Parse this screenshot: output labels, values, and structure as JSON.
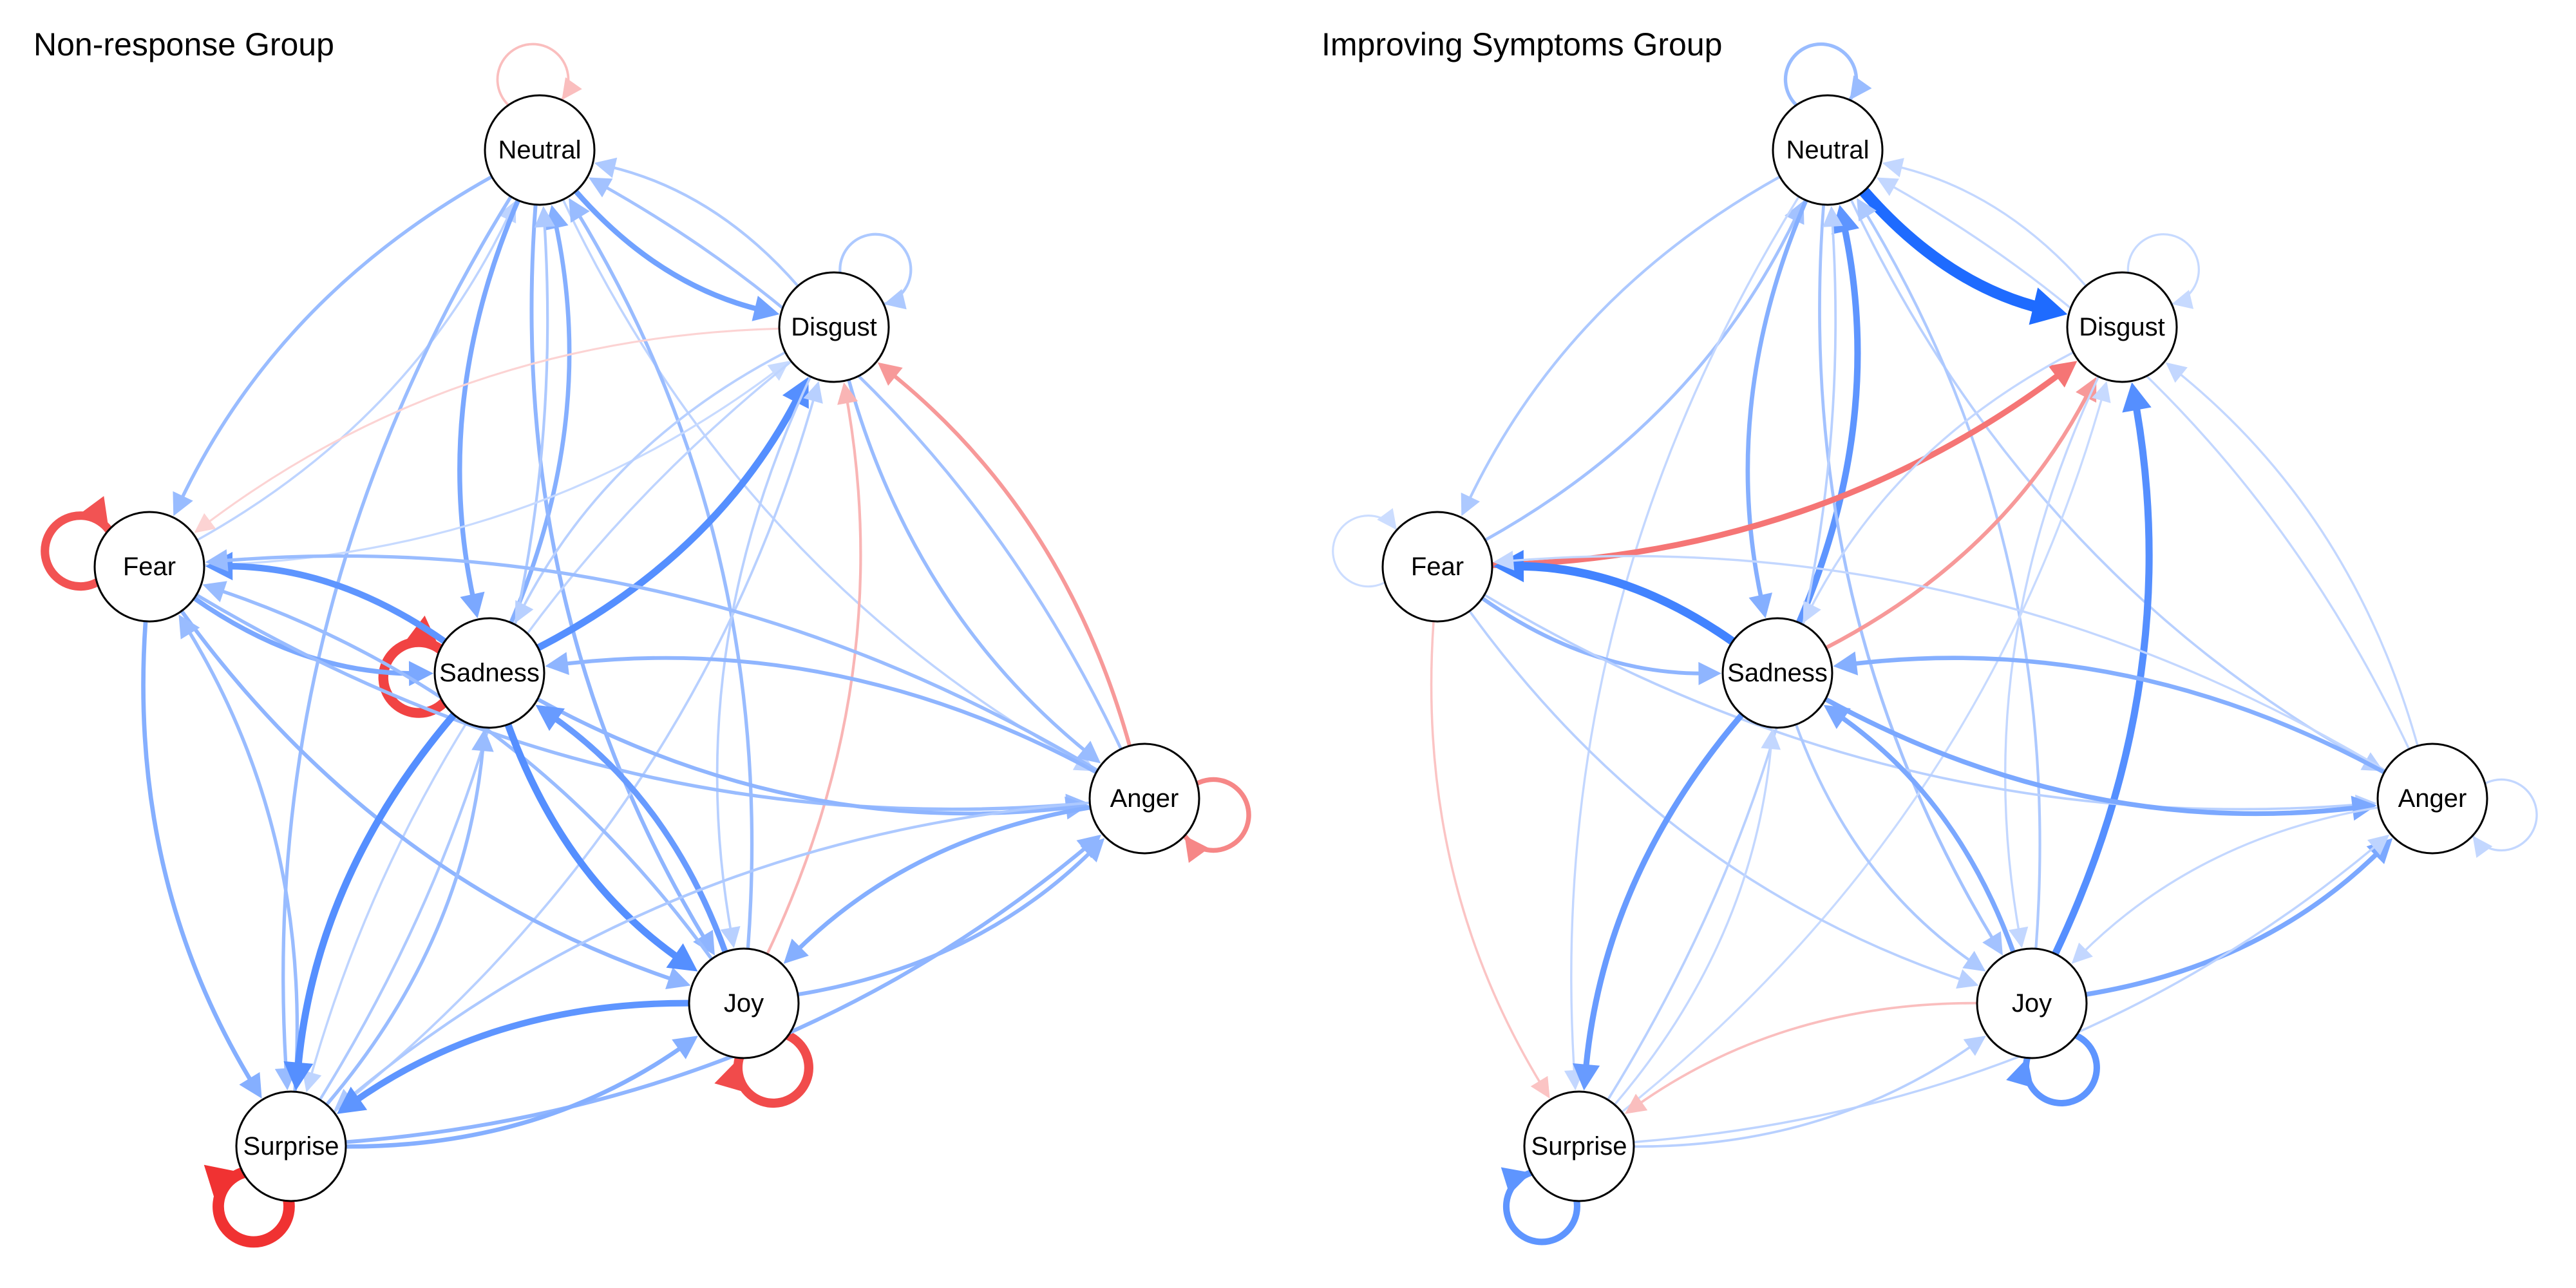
{
  "colors": {
    "positive": "#ef2a2a",
    "negative": "#1565ff",
    "background": "#ffffff"
  },
  "nodes": [
    "Neutral",
    "Disgust",
    "Fear",
    "Sadness",
    "Anger",
    "Joy",
    "Surprise"
  ],
  "panels": [
    {
      "title": "Non-response Group",
      "edges": [
        {
          "from": "Neutral",
          "to": "Neutral",
          "w": 0.15
        },
        {
          "from": "Disgust",
          "to": "Disgust",
          "w": -0.2
        },
        {
          "from": "Fear",
          "to": "Fear",
          "w": 0.75
        },
        {
          "from": "Sadness",
          "to": "Sadness",
          "w": 0.85
        },
        {
          "from": "Anger",
          "to": "Anger",
          "w": 0.45
        },
        {
          "from": "Joy",
          "to": "Joy",
          "w": 0.8
        },
        {
          "from": "Surprise",
          "to": "Surprise",
          "w": 0.95
        },
        {
          "from": "Neutral",
          "to": "Disgust",
          "w": -0.5
        },
        {
          "from": "Disgust",
          "to": "Neutral",
          "w": -0.2
        },
        {
          "from": "Neutral",
          "to": "Fear",
          "w": -0.3
        },
        {
          "from": "Fear",
          "to": "Neutral",
          "w": -0.12
        },
        {
          "from": "Neutral",
          "to": "Sadness",
          "w": -0.45
        },
        {
          "from": "Sadness",
          "to": "Neutral",
          "w": -0.4
        },
        {
          "from": "Neutral",
          "to": "Anger",
          "w": -0.12
        },
        {
          "from": "Anger",
          "to": "Neutral",
          "w": -0.25
        },
        {
          "from": "Neutral",
          "to": "Joy",
          "w": -0.35
        },
        {
          "from": "Joy",
          "to": "Neutral",
          "w": -0.3
        },
        {
          "from": "Neutral",
          "to": "Surprise",
          "w": -0.3
        },
        {
          "from": "Surprise",
          "to": "Neutral",
          "w": -0.2
        },
        {
          "from": "Disgust",
          "to": "Fear",
          "w": 0.05
        },
        {
          "from": "Fear",
          "to": "Disgust",
          "w": -0.08
        },
        {
          "from": "Sadness",
          "to": "Disgust",
          "w": -0.65
        },
        {
          "from": "Disgust",
          "to": "Sadness",
          "w": -0.15
        },
        {
          "from": "Anger",
          "to": "Disgust",
          "w": 0.35
        },
        {
          "from": "Disgust",
          "to": "Anger",
          "w": -0.3
        },
        {
          "from": "Joy",
          "to": "Disgust",
          "w": 0.2
        },
        {
          "from": "Disgust",
          "to": "Joy",
          "w": -0.15
        },
        {
          "from": "Surprise",
          "to": "Disgust",
          "w": -0.15
        },
        {
          "from": "Disgust",
          "to": "Surprise",
          "w": -0.12
        },
        {
          "from": "Sadness",
          "to": "Fear",
          "w": -0.6
        },
        {
          "from": "Fear",
          "to": "Sadness",
          "w": -0.45
        },
        {
          "from": "Fear",
          "to": "Anger",
          "w": -0.3
        },
        {
          "from": "Anger",
          "to": "Fear",
          "w": -0.3
        },
        {
          "from": "Fear",
          "to": "Joy",
          "w": -0.35
        },
        {
          "from": "Joy",
          "to": "Fear",
          "w": -0.3
        },
        {
          "from": "Fear",
          "to": "Surprise",
          "w": -0.4
        },
        {
          "from": "Surprise",
          "to": "Fear",
          "w": -0.3
        },
        {
          "from": "Sadness",
          "to": "Anger",
          "w": -0.35
        },
        {
          "from": "Anger",
          "to": "Sadness",
          "w": -0.35
        },
        {
          "from": "Sadness",
          "to": "Joy",
          "w": -0.65
        },
        {
          "from": "Joy",
          "to": "Sadness",
          "w": -0.55
        },
        {
          "from": "Sadness",
          "to": "Surprise",
          "w": -0.65
        },
        {
          "from": "Surprise",
          "to": "Sadness",
          "w": -0.3
        },
        {
          "from": "Anger",
          "to": "Joy",
          "w": -0.4
        },
        {
          "from": "Joy",
          "to": "Anger",
          "w": -0.35
        },
        {
          "from": "Anger",
          "to": "Surprise",
          "w": -0.2
        },
        {
          "from": "Surprise",
          "to": "Anger",
          "w": -0.35
        },
        {
          "from": "Joy",
          "to": "Surprise",
          "w": -0.6
        },
        {
          "from": "Surprise",
          "to": "Joy",
          "w": -0.4
        }
      ]
    },
    {
      "title": "Improving Symptoms Group",
      "edges": [
        {
          "from": "Neutral",
          "to": "Neutral",
          "w": -0.3
        },
        {
          "from": "Disgust",
          "to": "Disgust",
          "w": -0.08
        },
        {
          "from": "Fear",
          "to": "Fear",
          "w": -0.06
        },
        {
          "from": "Anger",
          "to": "Anger",
          "w": -0.1
        },
        {
          "from": "Joy",
          "to": "Joy",
          "w": -0.6
        },
        {
          "from": "Surprise",
          "to": "Surprise",
          "w": -0.6
        },
        {
          "from": "Neutral",
          "to": "Disgust",
          "w": -0.95
        },
        {
          "from": "Disgust",
          "to": "Neutral",
          "w": -0.1
        },
        {
          "from": "Neutral",
          "to": "Fear",
          "w": -0.2
        },
        {
          "from": "Fear",
          "to": "Neutral",
          "w": -0.25
        },
        {
          "from": "Neutral",
          "to": "Sadness",
          "w": -0.4
        },
        {
          "from": "Sadness",
          "to": "Neutral",
          "w": -0.6
        },
        {
          "from": "Neutral",
          "to": "Anger",
          "w": -0.15
        },
        {
          "from": "Anger",
          "to": "Neutral",
          "w": -0.1
        },
        {
          "from": "Neutral",
          "to": "Joy",
          "w": -0.25
        },
        {
          "from": "Joy",
          "to": "Neutral",
          "w": -0.2
        },
        {
          "from": "Neutral",
          "to": "Surprise",
          "w": -0.1
        },
        {
          "from": "Surprise",
          "to": "Neutral",
          "w": -0.15
        },
        {
          "from": "Fear",
          "to": "Disgust",
          "w": 0.55
        },
        {
          "from": "Sadness",
          "to": "Disgust",
          "w": 0.35
        },
        {
          "from": "Disgust",
          "to": "Sadness",
          "w": -0.1
        },
        {
          "from": "Joy",
          "to": "Disgust",
          "w": -0.65
        },
        {
          "from": "Disgust",
          "to": "Joy",
          "w": -0.1
        },
        {
          "from": "Anger",
          "to": "Disgust",
          "w": -0.1
        },
        {
          "from": "Surprise",
          "to": "Disgust",
          "w": -0.08
        },
        {
          "from": "Sadness",
          "to": "Fear",
          "w": -0.75
        },
        {
          "from": "Fear",
          "to": "Sadness",
          "w": -0.35
        },
        {
          "from": "Fear",
          "to": "Anger",
          "w": -0.15
        },
        {
          "from": "Anger",
          "to": "Fear",
          "w": -0.1
        },
        {
          "from": "Fear",
          "to": "Joy",
          "w": -0.15
        },
        {
          "from": "Fear",
          "to": "Surprise",
          "w": 0.12
        },
        {
          "from": "Sadness",
          "to": "Anger",
          "w": -0.45
        },
        {
          "from": "Anger",
          "to": "Sadness",
          "w": -0.4
        },
        {
          "from": "Sadness",
          "to": "Joy",
          "w": -0.2
        },
        {
          "from": "Joy",
          "to": "Sadness",
          "w": -0.45
        },
        {
          "from": "Sadness",
          "to": "Surprise",
          "w": -0.55
        },
        {
          "from": "Surprise",
          "to": "Sadness",
          "w": -0.1
        },
        {
          "from": "Joy",
          "to": "Anger",
          "w": -0.45
        },
        {
          "from": "Anger",
          "to": "Joy",
          "w": -0.1
        },
        {
          "from": "Surprise",
          "to": "Anger",
          "w": -0.12
        },
        {
          "from": "Joy",
          "to": "Surprise",
          "w": 0.15
        },
        {
          "from": "Surprise",
          "to": "Joy",
          "w": -0.15
        }
      ]
    }
  ]
}
